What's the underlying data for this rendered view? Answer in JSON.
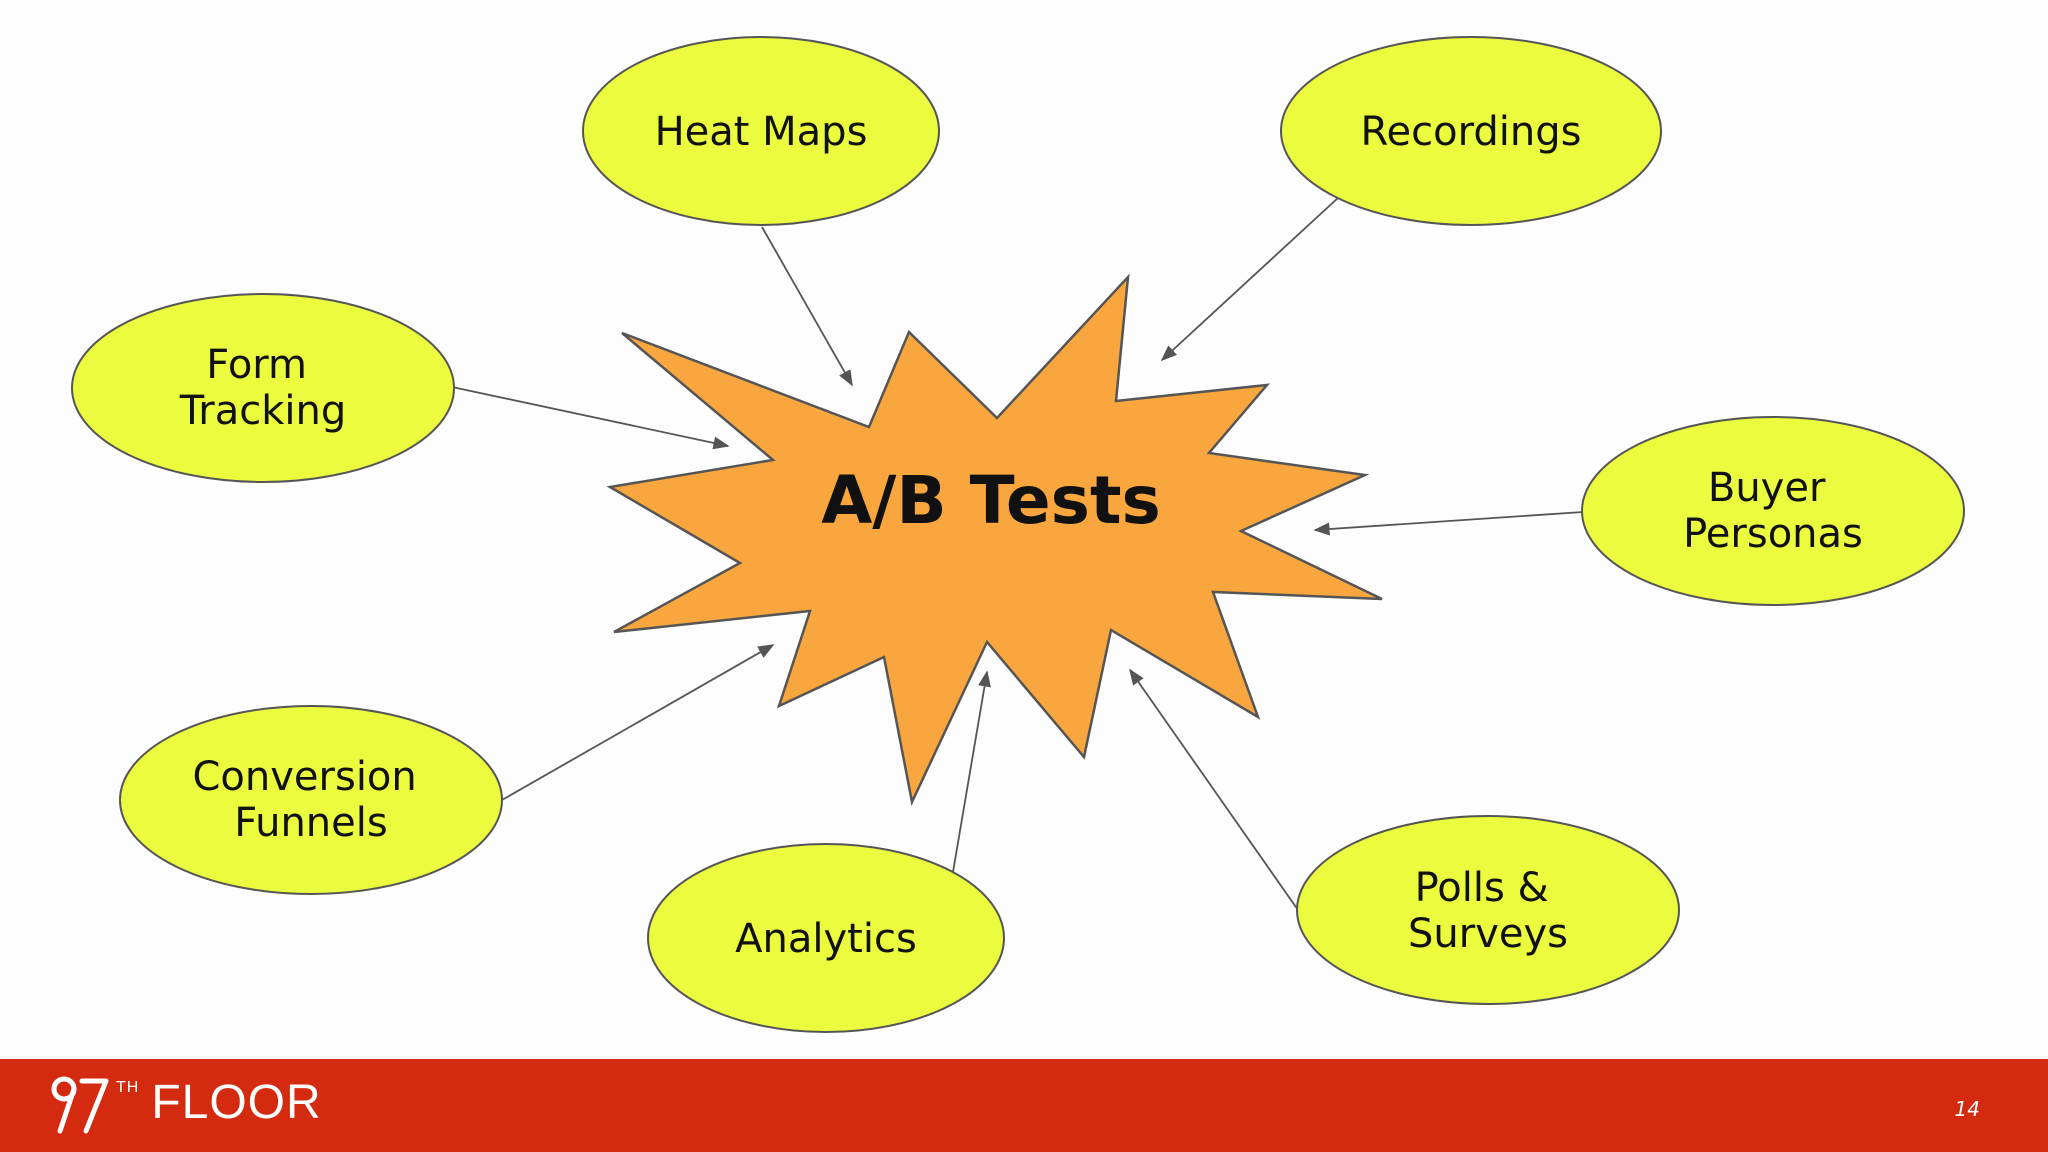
{
  "colors": {
    "node_fill": "#ebfb3e",
    "burst_fill": "#f9a63f",
    "outline": "#555555",
    "footer_bg": "#d42a0f"
  },
  "center": {
    "label": "A/B Tests"
  },
  "nodes": [
    {
      "id": "heat-maps",
      "lines": [
        "Heat Maps"
      ]
    },
    {
      "id": "recordings",
      "lines": [
        "Recordings"
      ]
    },
    {
      "id": "form-tracking",
      "lines": [
        "Form",
        "Tracking"
      ]
    },
    {
      "id": "buyer-personas",
      "lines": [
        "Buyer",
        "Personas"
      ]
    },
    {
      "id": "conversion-funnels",
      "lines": [
        "Conversion",
        "Funnels"
      ]
    },
    {
      "id": "analytics",
      "lines": [
        "Analytics"
      ]
    },
    {
      "id": "polls-surveys",
      "lines": [
        "Polls &",
        "Surveys"
      ]
    }
  ],
  "footer": {
    "logo_superscript": "TH",
    "logo_word": "FLOOR",
    "page_number": "14"
  }
}
